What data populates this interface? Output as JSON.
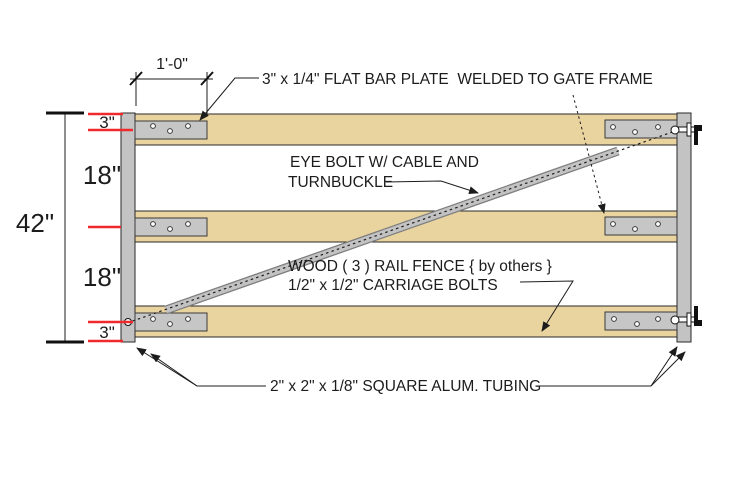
{
  "drawing": {
    "type": "gate-frame-elevation",
    "background": "#ffffff",
    "colors": {
      "wood_rail": "#e9d4a0",
      "aluminum": "#c3c3c3",
      "cable": "#c2c2c2",
      "dimension_red": "#ee2a2c",
      "line": "#1c1c1c"
    },
    "dimensions": {
      "overall_height": "42\"",
      "top_offset": "3\"",
      "upper_spacing": "18\"",
      "lower_spacing": "18\"",
      "bottom_offset": "3\"",
      "plate_length": "1'-0\""
    },
    "annotations": {
      "flat_bar_plate": "3\" x 1/4\" FLAT BAR PLATE  WELDED TO GATE FRAME",
      "eye_bolt_line1": "EYE BOLT W/ CABLE AND",
      "eye_bolt_line2": "TURNBUCKLE",
      "wood_rail_line1": "WOOD ( 3 ) RAIL FENCE { by others }",
      "wood_rail_line2": "1/2\" x 1/2\" CARRIAGE BOLTS",
      "square_tubing": "2\" x 2\" x 1/8\" SQUARE ALUM. TUBING"
    }
  }
}
